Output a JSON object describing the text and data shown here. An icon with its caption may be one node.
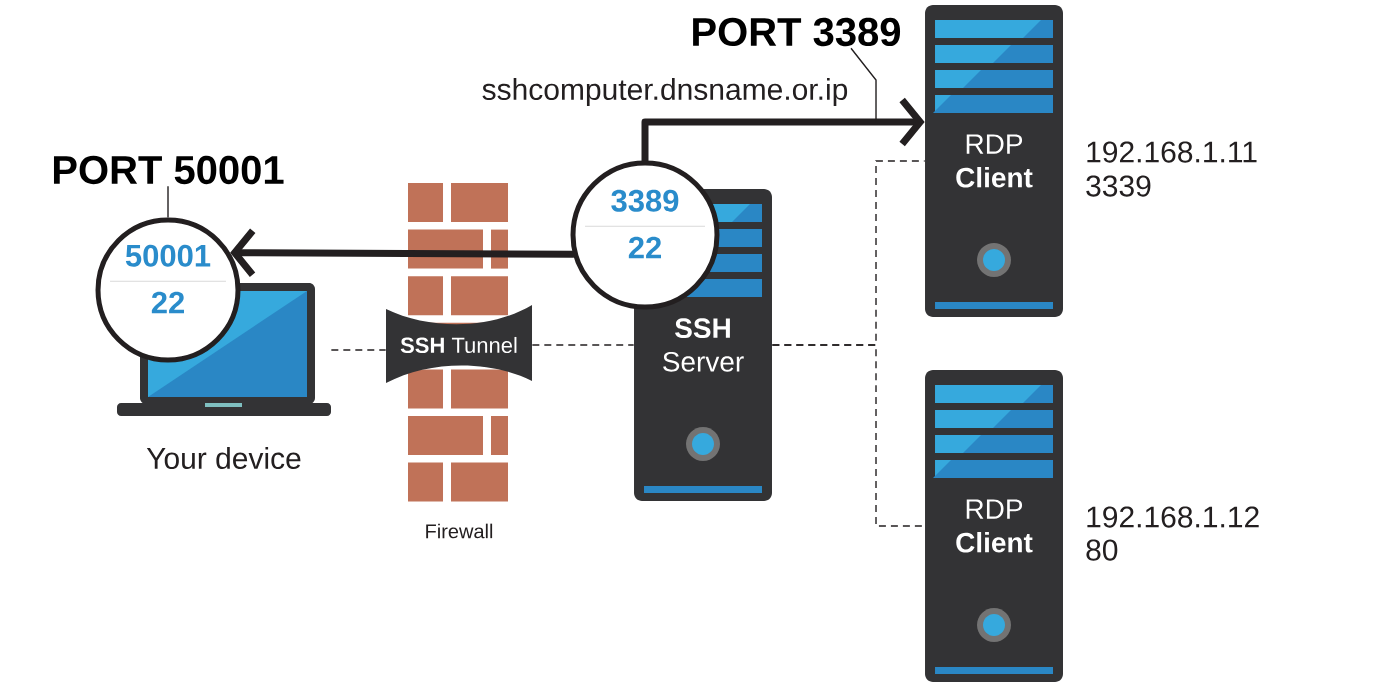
{
  "diagram": {
    "nodes": [
      {
        "text": [],
        "shape": "picture",
        "beside": [
          "Your device"
        ]
      },
      {
        "text": [
          "50001",
          "22"
        ]
      },
      {
        "text": [
          "PORT 50001"
        ]
      },
      {
        "text": [
          "**SSH** Tunnel"
        ]
      },
      {
        "text": [
          "**SSH** Server"
        ]
      },
      {
        "text": [
          "3389",
          "22"
        ]
      },
      {
        "text": [
          "PORT 3389"
        ]
      },
      {
        "text": [
          "RDP **Client**"
        ],
        "beside": [
          "192.168.1.11",
          "3339"
        ]
      },
      {
        "text": [
          "RDP **Client**"
        ],
        "beside": [
          "192.168.1.12",
          "80"
        ]
      }
    ],
    "edges": [
      {
        "from": 5,
        "to": 1,
        "arrow": "to",
        "style": "thick"
      },
      {
        "from": 5,
        "to": 7,
        "arrow": "to",
        "style": "thick",
        "label": "sshcomputer.dnsname.or.ip"
      },
      {
        "from": 2,
        "to": 1,
        "arrow": "none"
      },
      {
        "from": 6,
        "to": null,
        "arrow": "none"
      },
      {
        "from": 0,
        "to": 3,
        "arrow": "none",
        "style": "dashed"
      },
      {
        "from": 3,
        "to": 4,
        "arrow": "none",
        "style": "dashed"
      },
      {
        "from": 4,
        "to": 7,
        "arrow": "none",
        "style": "dashed"
      },
      {
        "from": 4,
        "to": 8,
        "arrow": "none",
        "style": "dashed"
      }
    ],
    "labels": [
      "Firewall"
    ]
  }
}
